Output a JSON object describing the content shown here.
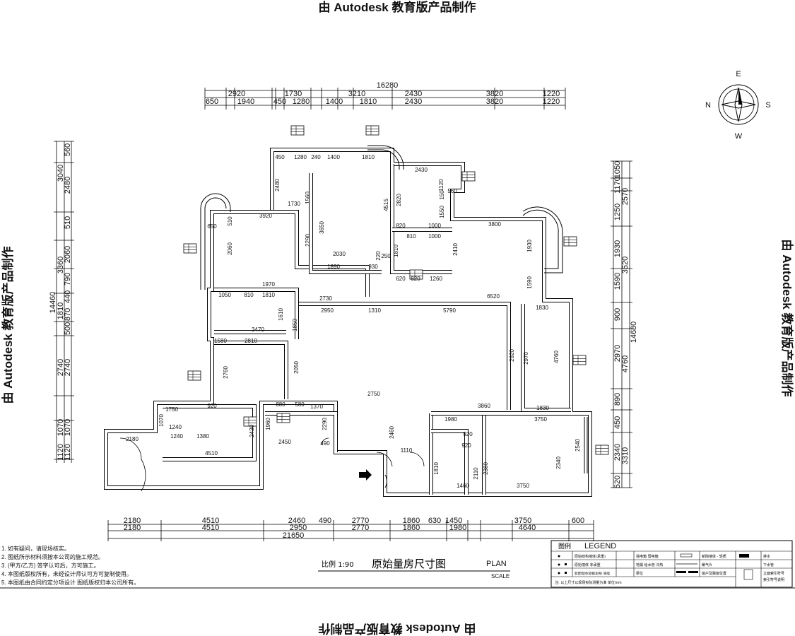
{
  "watermark": {
    "top": "由 Autodesk 教育版产品制作",
    "left": "由 Autodesk 教育版产品制作",
    "right": "由 Autodesk 教育版产品制作",
    "bottom": "由 Autodesk 教育版产品制作"
  },
  "compass": {
    "north": "N",
    "south": "S",
    "east": "E",
    "west": "W"
  },
  "dimensions": {
    "top_total": "16280",
    "top_row1": [
      "2920",
      "1730",
      "3210",
      "2430",
      "3820",
      "1220"
    ],
    "top_row2": [
      "650",
      "1940",
      "450",
      "1280",
      "1400",
      "1810",
      "2430",
      "3820",
      "1220"
    ],
    "bottom_row1": [
      "2180",
      "4510",
      "2460",
      "490",
      "2770",
      "1860",
      "630",
      "1450",
      "3750",
      "600"
    ],
    "bottom_row2": [
      "2180",
      "4510",
      "2950",
      "2770",
      "1860",
      "1980",
      "4640"
    ],
    "bottom_total": "21650",
    "left_total": "14460",
    "left_col1": [
      "3040",
      "3360",
      "1810",
      "2740",
      "1070",
      "1120"
    ],
    "left_col2": [
      "560",
      "2480",
      "510",
      "2060",
      "790",
      "440",
      "870",
      "500",
      "2740",
      "1070",
      "1120"
    ],
    "right_total": "14680",
    "right_col1": [
      "1050",
      "1170",
      "1250",
      "1930",
      "1590",
      "900",
      "2970",
      "890",
      "450",
      "2340",
      "520"
    ],
    "right_col2": [
      "2570",
      "3520",
      "4760",
      "3310"
    ]
  },
  "plan_labels": [
    "450",
    "1280",
    "240",
    "1400",
    "1810",
    "2480",
    "1730",
    "1560",
    "3920",
    "3650",
    "2290",
    "650",
    "2060",
    "510",
    "2030",
    "1890",
    "930",
    "220",
    "250",
    "4515",
    "2430",
    "1120",
    "150",
    "2820",
    "560",
    "1550",
    "1000",
    "820",
    "1000",
    "810",
    "1810",
    "1260",
    "620",
    "820",
    "2410",
    "3800",
    "1930",
    "1590",
    "6520",
    "1970",
    "1810",
    "1050",
    "810",
    "2730",
    "2950",
    "1310",
    "5790",
    "3470",
    "1610",
    "1850",
    "1580",
    "2810",
    "2760",
    "2050",
    "1830",
    "2970",
    "2920",
    "4760",
    "1830",
    "3860",
    "1980",
    "3750",
    "2750",
    "2460",
    "2290",
    "1370",
    "880",
    "580",
    "1960",
    "2450",
    "490",
    "1750",
    "1240",
    "1240",
    "1380",
    "2180",
    "4510",
    "2430",
    "1110",
    "920",
    "920",
    "2110",
    "1460",
    "3750",
    "2340",
    "2540",
    "2380",
    "1810",
    "920",
    "1070"
  ],
  "title_block": {
    "scale_label": "比例 1:90",
    "title": "原始量房尺寸图",
    "plan": "PLAN",
    "scale": "SCALE"
  },
  "notes": [
    "1. 如有疑问，请现场核实。",
    "2. 图纸所示材料须按本公司的施工规范。",
    "3. (甲方/乙方) 签字认可后，方可施工。",
    "4. 本图纸版权所有，未经设计师认可方可复制使用。",
    "5. 本图纸由合同约定分项设计 图纸版权归本公司所有。"
  ],
  "legend": {
    "title_cn": "图例",
    "title_en": "LEGEND",
    "cells": [
      "原始结构墙体(承重)",
      "强电箱 弱电箱",
      "新砌墙体 · 轻质",
      "排水",
      "原始墙体 非承重",
      "地漏 给水管 冷热",
      "暖气片",
      "下水管",
      "新建墙体(轻钢龙骨) 隔墙",
      "梁位",
      "窗户及飘窗位置",
      "立面索引符号",
      "注: 以上尺寸以现场实际测量为准 单位mm",
      "索引符号说明"
    ]
  }
}
